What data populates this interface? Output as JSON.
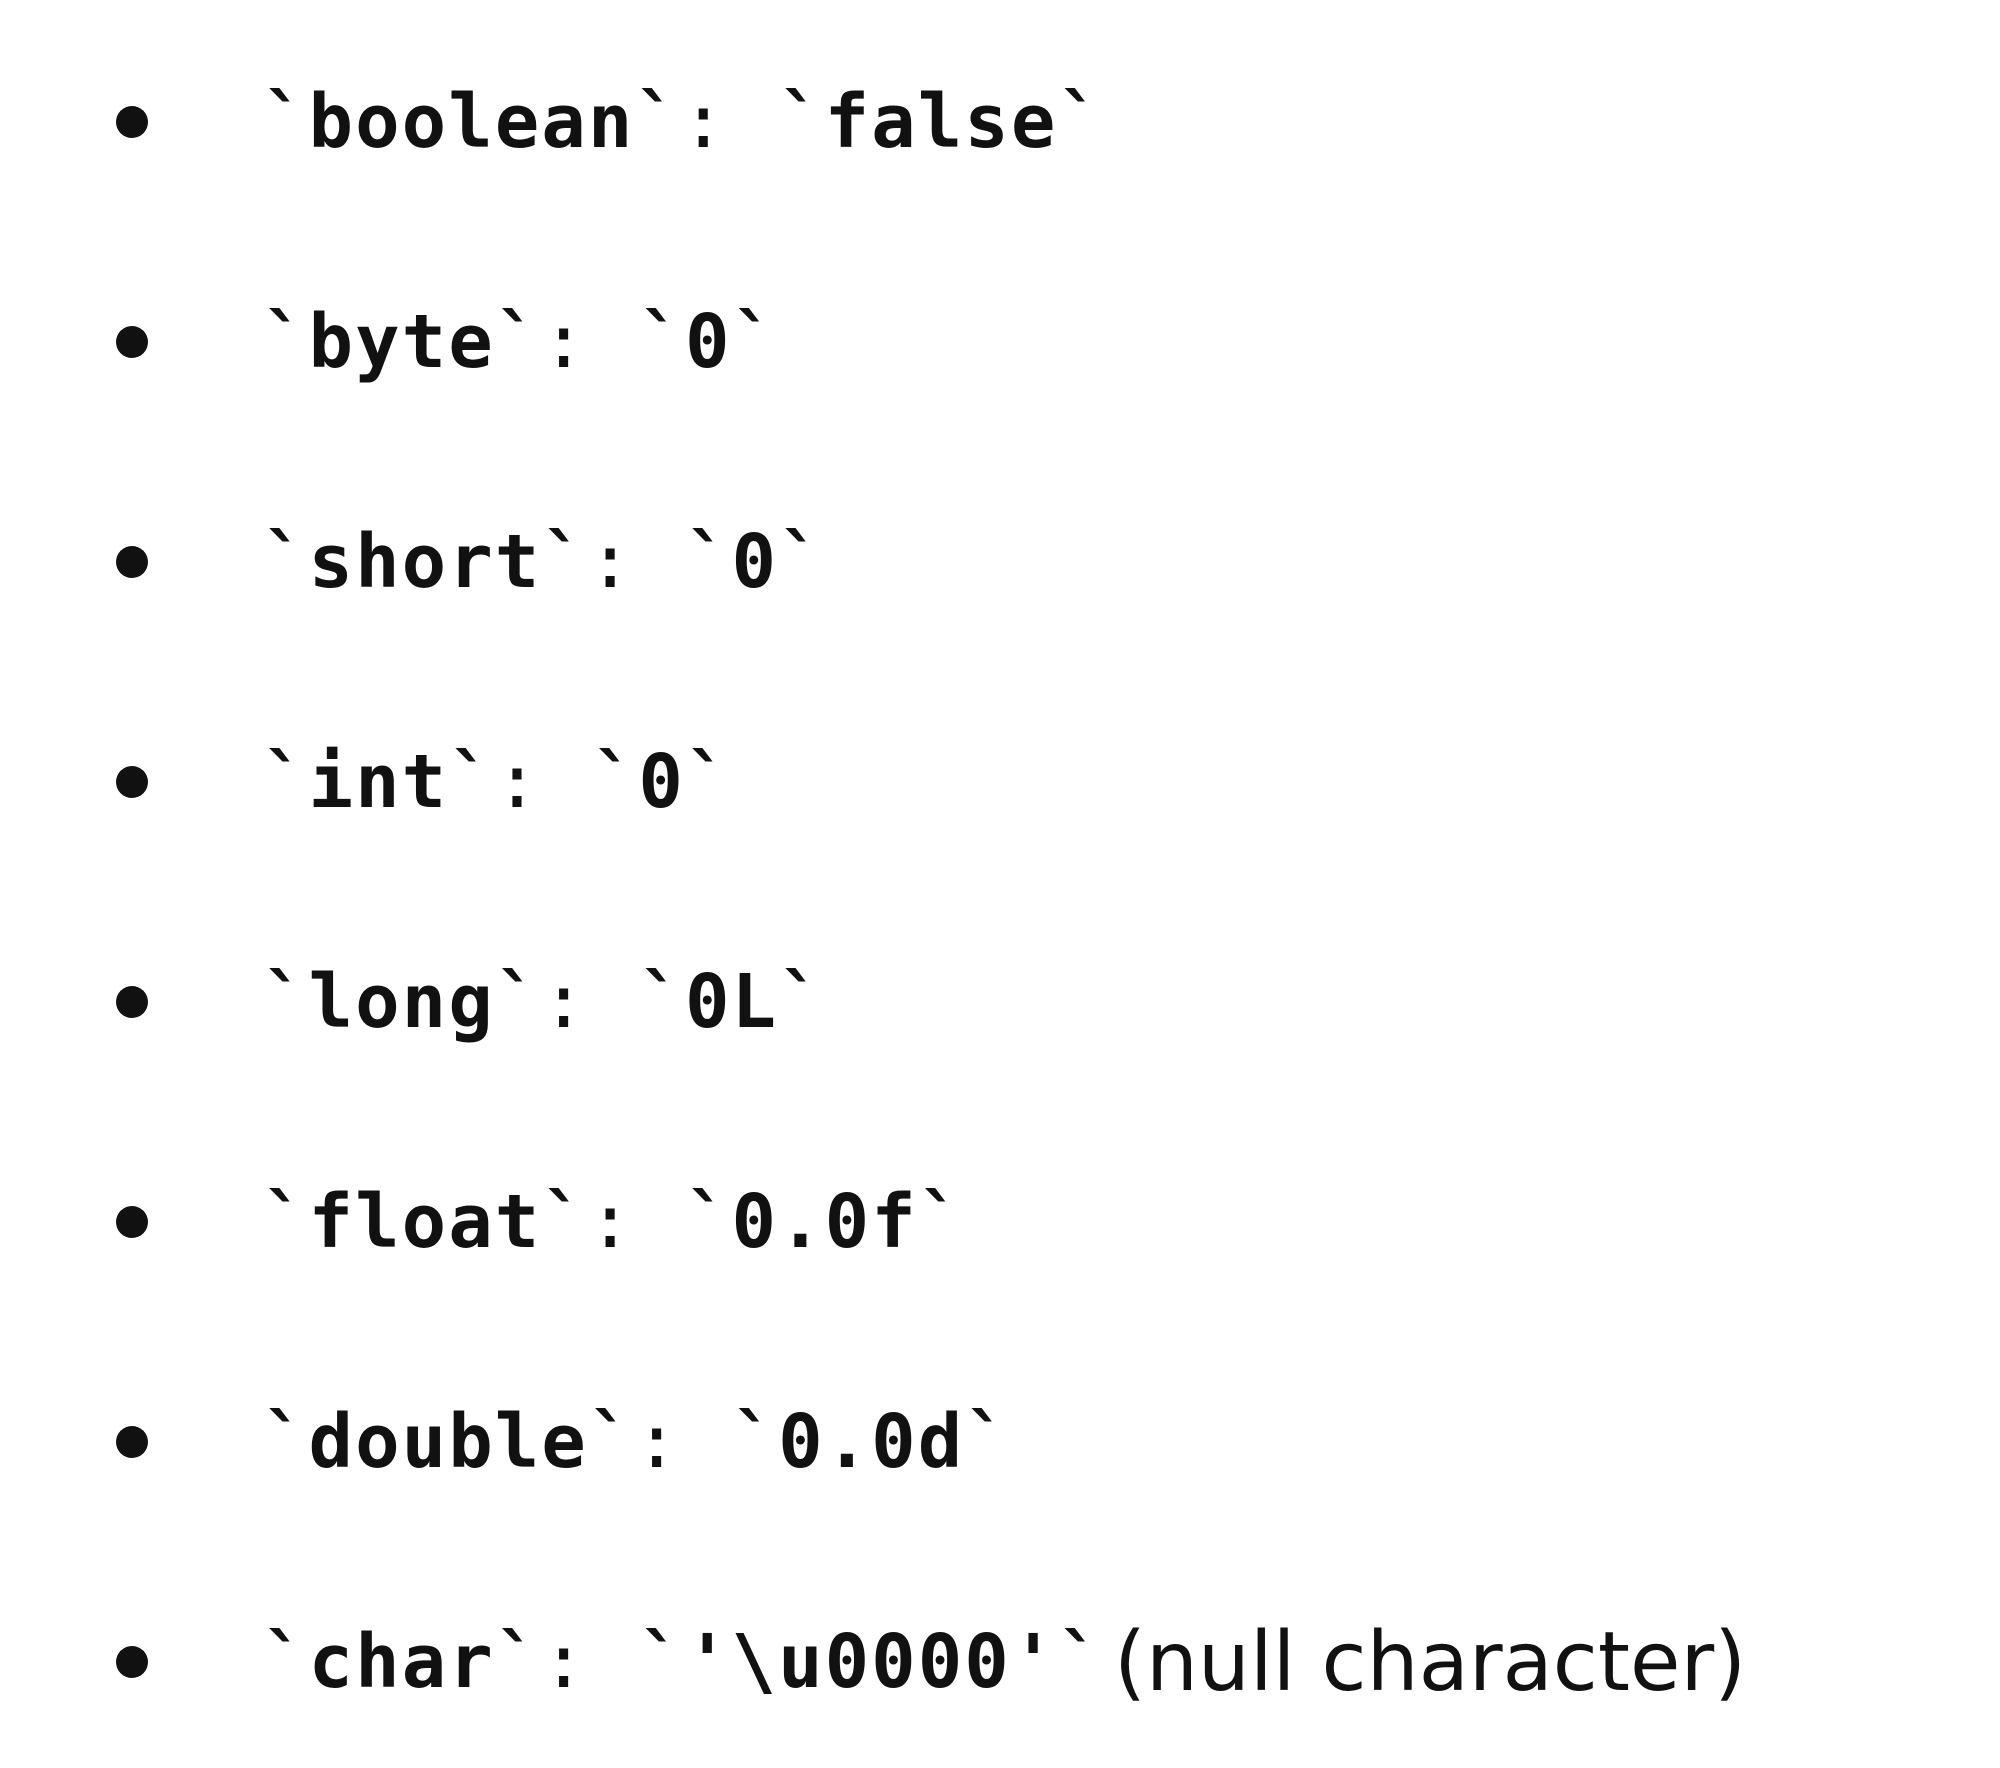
{
  "items": [
    {
      "type_code": "`boolean`",
      "separator": ": ",
      "value_code": "`false`",
      "note": ""
    },
    {
      "type_code": "`byte`",
      "separator": ": ",
      "value_code": "`0`",
      "note": ""
    },
    {
      "type_code": "`short`",
      "separator": ": ",
      "value_code": "`0`",
      "note": ""
    },
    {
      "type_code": "`int`",
      "separator": ": ",
      "value_code": "`0`",
      "note": ""
    },
    {
      "type_code": "`long`",
      "separator": ": ",
      "value_code": "`0L`",
      "note": ""
    },
    {
      "type_code": "`float`",
      "separator": ": ",
      "value_code": "`0.0f`",
      "note": ""
    },
    {
      "type_code": "`double`",
      "separator": ": ",
      "value_code": "`0.0d`",
      "note": ""
    },
    {
      "type_code": "`char`",
      "separator": ": ",
      "value_code": "`'\\u0000'`",
      "note": "(null character)"
    }
  ]
}
